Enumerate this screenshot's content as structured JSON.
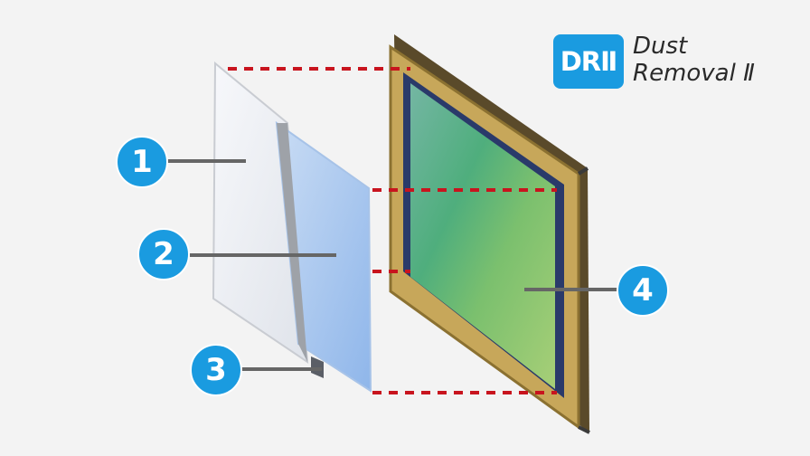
{
  "logo": {
    "badge": "DRⅡ",
    "line1": "Dust",
    "line2": "Removal Ⅱ",
    "color": "#1a9be0"
  },
  "callouts": [
    {
      "number": "1"
    },
    {
      "number": "2"
    },
    {
      "number": "3"
    },
    {
      "number": "4"
    }
  ],
  "colors": {
    "callout": "#1a9be0",
    "leader_line": "#666666",
    "guide_dash": "#c8141e",
    "sensor_frame": "#b8963c"
  }
}
